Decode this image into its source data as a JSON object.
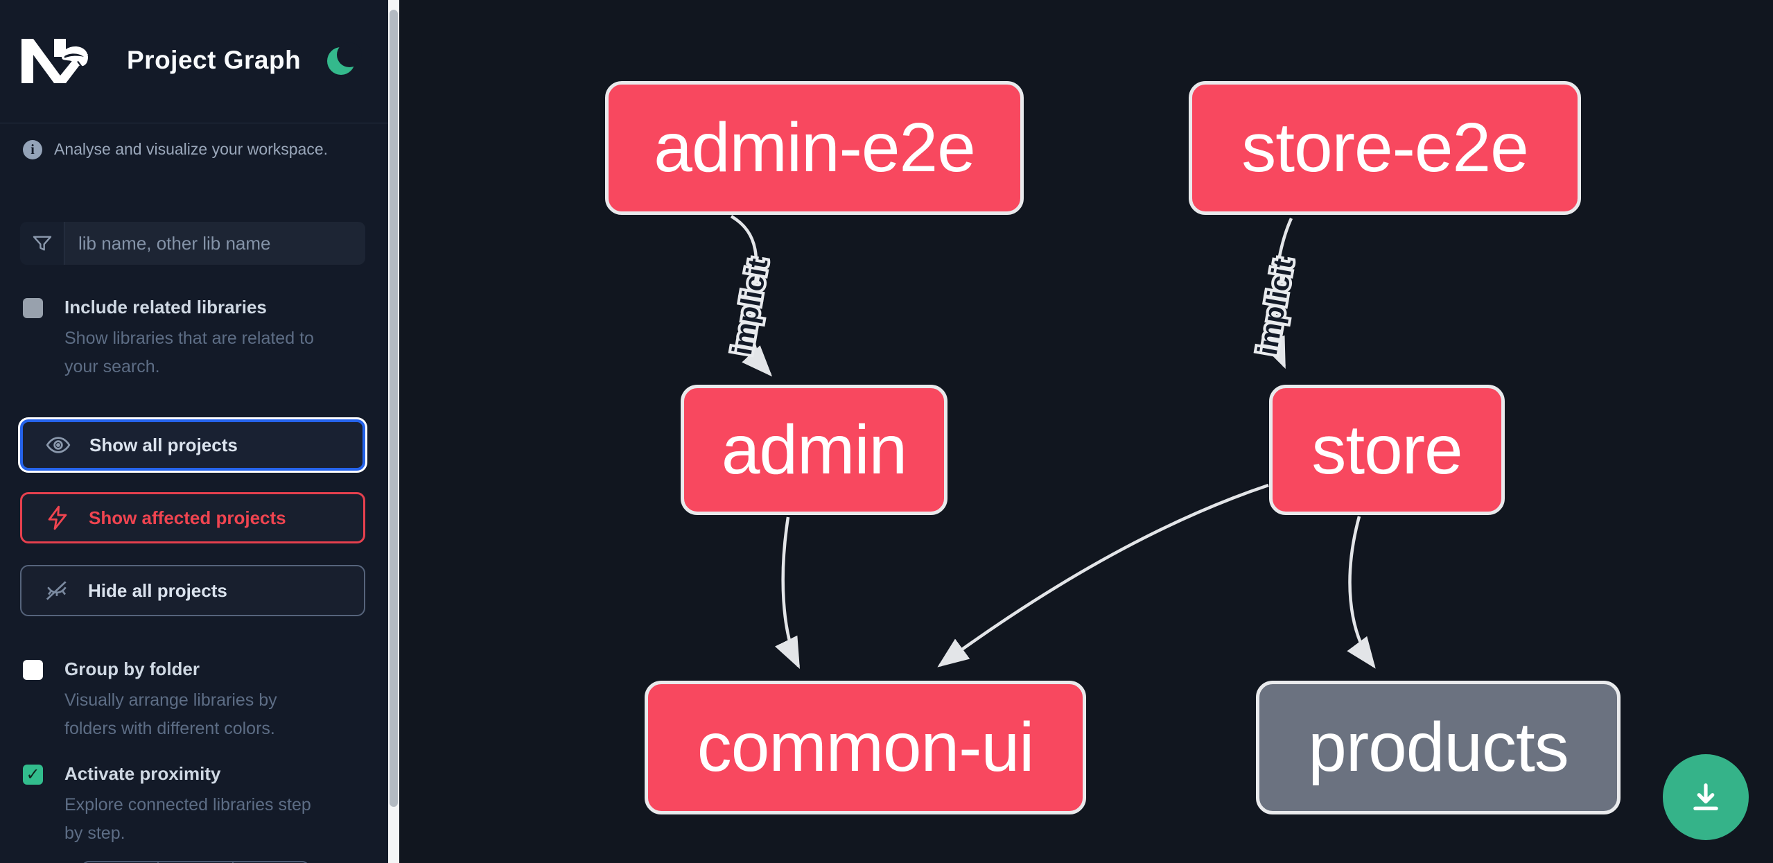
{
  "app": {
    "title": "Project Graph",
    "theme_toggle": "dark-mode-moon"
  },
  "colors": {
    "sidebar_bg": "#131a28",
    "canvas_bg": "#11161f",
    "affected_node": "#f8485f",
    "unaffected_node": "#6b7280",
    "node_border": "#e9eaec",
    "edge": "#e3e5e8",
    "focus_blue": "#2563eb",
    "danger_red": "#ef4450",
    "accent_green": "#35b389",
    "checkbox_checked_green": "#32bd8d"
  },
  "sidebar": {
    "tagline": "Analyse and visualize your workspace.",
    "search": {
      "placeholder": "lib name, other lib name",
      "value": "",
      "icon": "filter-funnel-icon"
    },
    "checkboxes": [
      {
        "label": "Include related libraries",
        "description": "Show libraries that are related to\nyour search.",
        "checked": false,
        "disabled": true
      },
      {
        "label": "Group by folder",
        "description": "Visually arrange libraries by\nfolders with different colors.",
        "checked": false,
        "disabled": false
      },
      {
        "label": "Activate proximity",
        "description": "Explore connected libraries step\nby step.",
        "checked": true,
        "disabled": false
      }
    ],
    "check_glyph": "✓",
    "buttons": [
      {
        "label": "Show all projects",
        "icon": "eye-icon",
        "state": "focused"
      },
      {
        "label": "Show affected projects",
        "icon": "lightning-bolt-icon",
        "state": "danger"
      },
      {
        "label": "Hide all projects",
        "icon": "eye-off-icon",
        "state": "default"
      }
    ],
    "info_icon_glyph": "i"
  },
  "graph": {
    "nodes": [
      {
        "id": "admin-e2e",
        "label": "admin-e2e",
        "type": "affected"
      },
      {
        "id": "store-e2e",
        "label": "store-e2e",
        "type": "affected"
      },
      {
        "id": "admin",
        "label": "admin",
        "type": "affected"
      },
      {
        "id": "store",
        "label": "store",
        "type": "affected"
      },
      {
        "id": "common-ui",
        "label": "common-ui",
        "type": "affected"
      },
      {
        "id": "products",
        "label": "products",
        "type": "unaffected"
      }
    ],
    "edges": [
      {
        "source": "admin-e2e",
        "target": "admin",
        "type": "implicit",
        "label": "implicit"
      },
      {
        "source": "store-e2e",
        "target": "store",
        "type": "implicit",
        "label": "implicit"
      },
      {
        "source": "admin",
        "target": "common-ui",
        "type": "static",
        "label": ""
      },
      {
        "source": "store",
        "target": "common-ui",
        "type": "static",
        "label": ""
      },
      {
        "source": "store",
        "target": "products",
        "type": "static",
        "label": ""
      }
    ],
    "fab": {
      "action": "download-graph-image",
      "icon": "download-icon"
    }
  }
}
